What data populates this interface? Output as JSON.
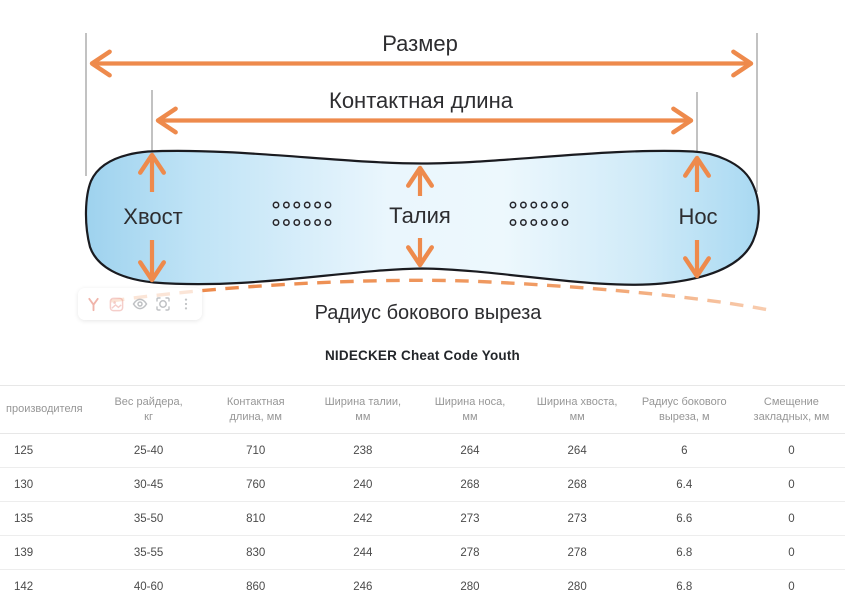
{
  "diagram": {
    "labels": {
      "size": "Размер",
      "contact_length": "Контактная длина",
      "tail": "Хвост",
      "waist": "Талия",
      "nose": "Нос",
      "sidecut": "Радиус бокового выреза"
    },
    "colors": {
      "arrow_orange": "#ee8a4c",
      "guide_gray": "#9a9a9a",
      "board_outline": "#1a1b20",
      "board_fill_edge": "#9ed2ee",
      "board_fill_center": "#eaf6fd",
      "dash_fade_end": "#f8cdb0"
    }
  },
  "toolbar": {
    "icon_names": [
      "yandex-icon",
      "image-search-icon",
      "eye-icon",
      "camera-icon",
      "kebab-menu-icon"
    ]
  },
  "title": "NIDECKER Cheat Code Youth",
  "table": {
    "columns": [
      {
        "line1": "производителя",
        "line2": ""
      },
      {
        "line1": "Вес райдера,",
        "line2": "кг"
      },
      {
        "line1": "Контактная",
        "line2": "длина, мм"
      },
      {
        "line1": "Ширина талии,",
        "line2": "мм"
      },
      {
        "line1": "Ширина носа,",
        "line2": "мм"
      },
      {
        "line1": "Ширина хвоста,",
        "line2": "мм"
      },
      {
        "line1": "Радиус бокового",
        "line2": "выреза, м"
      },
      {
        "line1": "Смещение",
        "line2": "закладных, мм"
      }
    ],
    "rows": [
      [
        "125",
        "25-40",
        "710",
        "238",
        "264",
        "264",
        "6",
        "0"
      ],
      [
        "130",
        "30-45",
        "760",
        "240",
        "268",
        "268",
        "6.4",
        "0"
      ],
      [
        "135",
        "35-50",
        "810",
        "242",
        "273",
        "273",
        "6.6",
        "0"
      ],
      [
        "139",
        "35-55",
        "830",
        "244",
        "278",
        "278",
        "6.8",
        "0"
      ],
      [
        "142",
        "40-60",
        "860",
        "246",
        "280",
        "280",
        "6.8",
        "0"
      ]
    ]
  }
}
